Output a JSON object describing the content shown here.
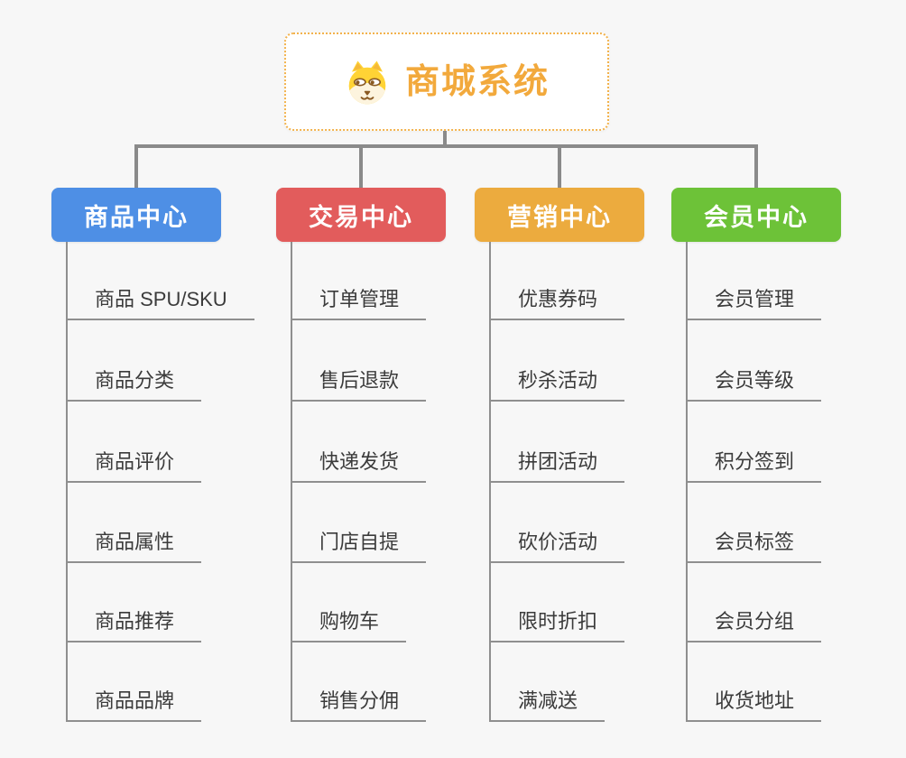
{
  "root": {
    "title": "商城系统",
    "icon": "dog-face-icon"
  },
  "branches": [
    {
      "label": "商品中心",
      "color": "#4e8fe5",
      "children": [
        "商品 SPU/SKU",
        "商品分类",
        "商品评价",
        "商品属性",
        "商品推荐",
        "商品品牌"
      ]
    },
    {
      "label": "交易中心",
      "color": "#e25c5c",
      "children": [
        "订单管理",
        "售后退款",
        "快递发货",
        "门店自提",
        "购物车",
        "销售分佣"
      ]
    },
    {
      "label": "营销中心",
      "color": "#ecab3e",
      "children": [
        "优惠券码",
        "秒杀活动",
        "拼团活动",
        "砍价活动",
        "限时折扣",
        "满减送"
      ]
    },
    {
      "label": "会员中心",
      "color": "#6dc238",
      "children": [
        "会员管理",
        "会员等级",
        "积分签到",
        "会员标签",
        "会员分组",
        "收货地址"
      ]
    }
  ],
  "colors": {
    "background": "#f7f7f7",
    "root_accent": "#f2a93c",
    "root_border": "#f2b24c",
    "connector_gray": "#8a8a8a",
    "subline_gray": "#8f8f8f",
    "subtopic_text": "#3b3b3b"
  }
}
